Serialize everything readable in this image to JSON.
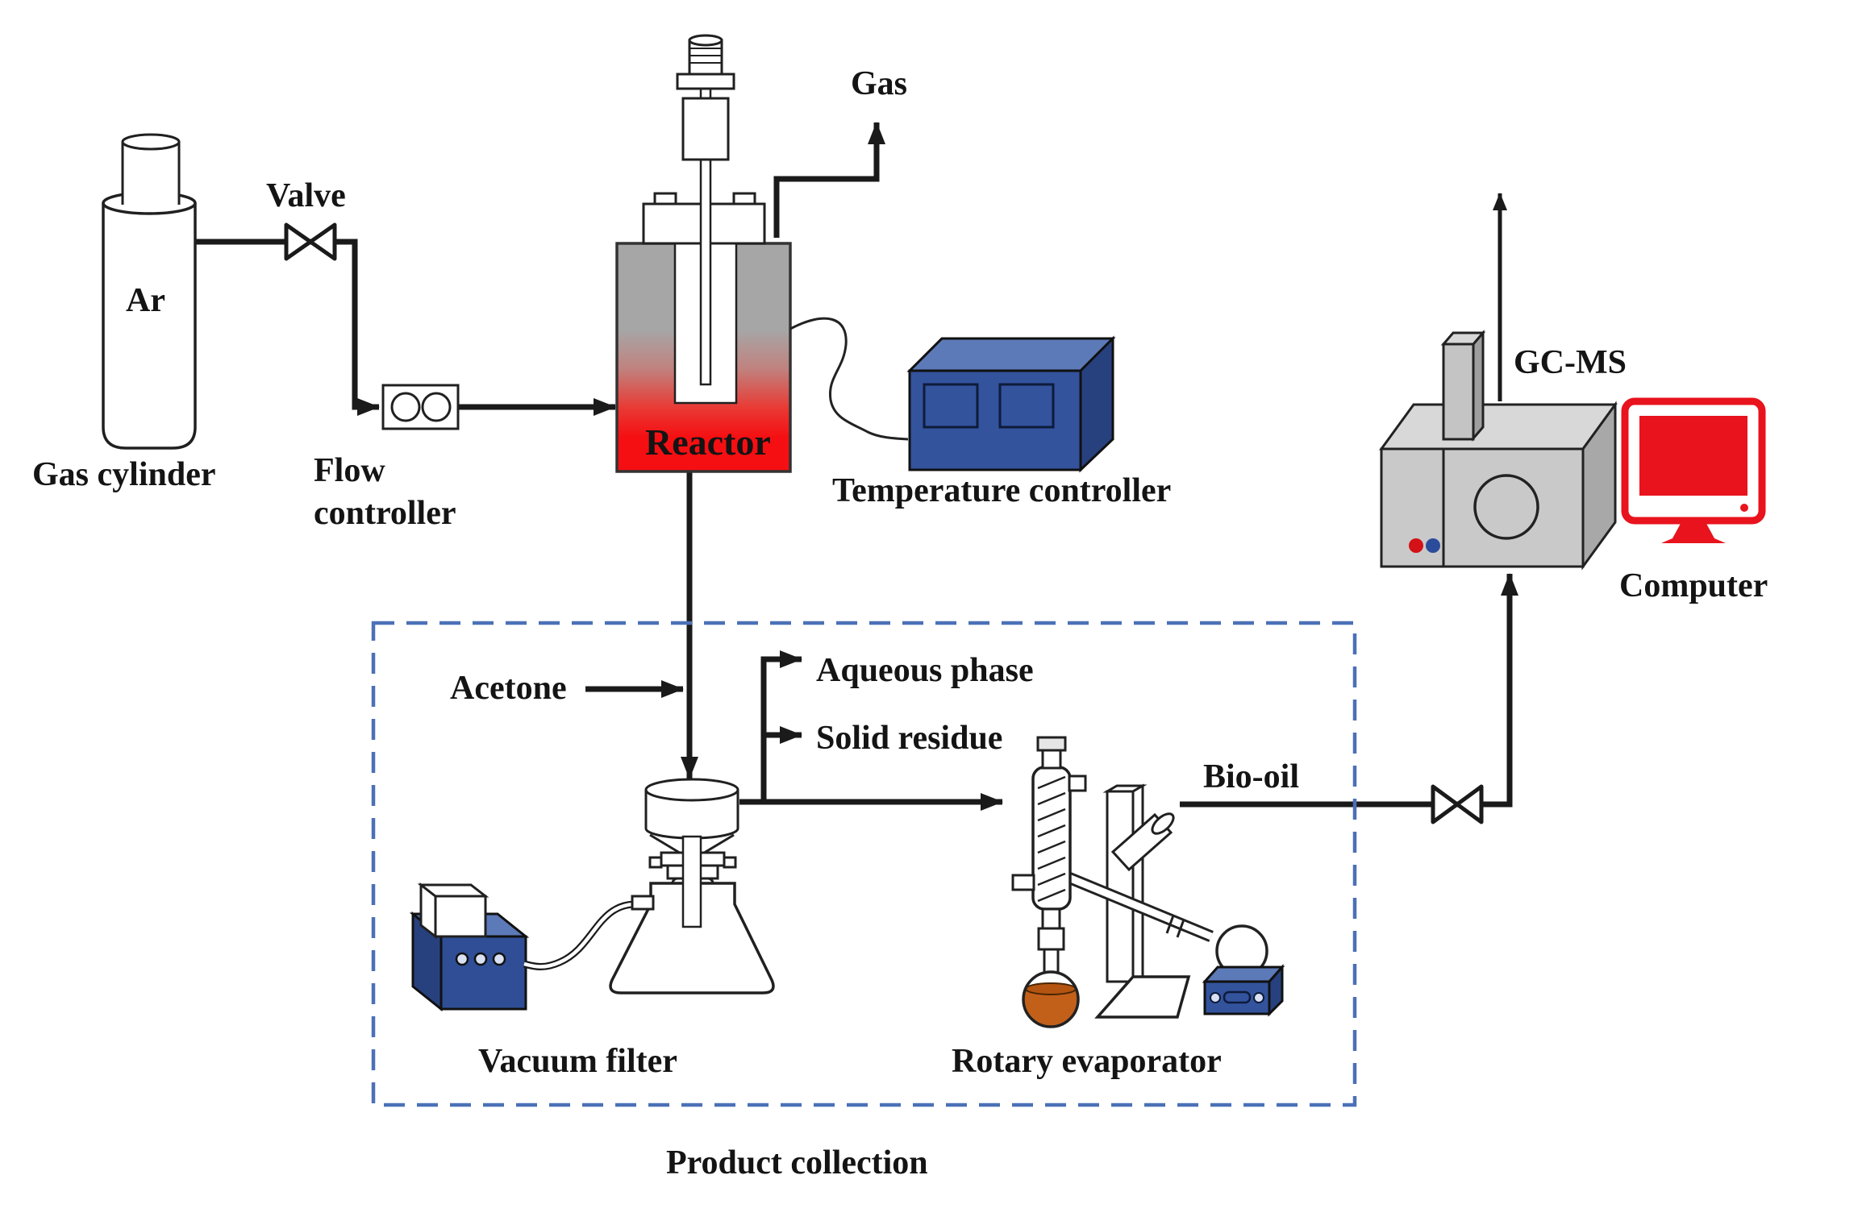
{
  "labels": {
    "gas_cylinder": "Gas cylinder",
    "gas_type": "Ar",
    "valve": "Valve",
    "flow_controller_line1": "Flow",
    "flow_controller_line2": "controller",
    "reactor": "Reactor",
    "gas_outlet": "Gas",
    "temperature_controller": "Temperature controller",
    "acetone": "Acetone",
    "aqueous_phase": "Aqueous phase",
    "solid_residue": "Solid residue",
    "vacuum_filter": "Vacuum filter",
    "rotary_evaporator": "Rotary evaporator",
    "bio_oil": "Bio-oil",
    "product_collection": "Product collection",
    "gcms": "GC-MS",
    "computer": "Computer"
  },
  "colors": {
    "line": "#1a1a1a",
    "equipment_blue_front": "#33539D",
    "equipment_blue_top": "#5C79B8",
    "equipment_blue_side": "#27417F",
    "pump_blue_front": "#2F4E96",
    "reactor_red": "#F50F12",
    "reactor_gray": "#A6A6A6",
    "dashed_border_blue": "#4B71B7",
    "gcms_gray_front": "#C9C9C9",
    "gcms_gray_top": "#D8D8D8",
    "gcms_gray_side": "#A8A8A8",
    "computer_red": "#E8131D",
    "bio_oil_liquid_orange": "#C2601A",
    "indicator_red": "#D31116",
    "indicator_blue": "#2A4C9B",
    "button_light": "#D9E1F2"
  }
}
